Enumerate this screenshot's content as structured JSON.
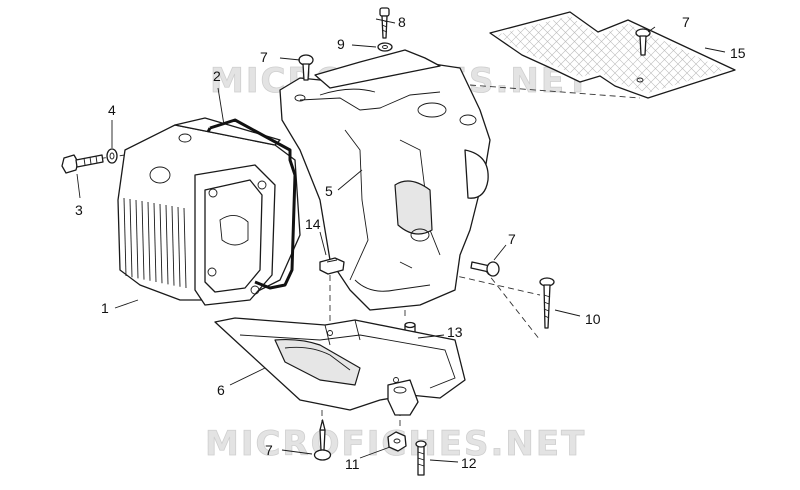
{
  "diagram": {
    "watermark_text": "MICROFICHES.NET",
    "callouts": [
      {
        "id": "c1",
        "label": "1"
      },
      {
        "id": "c2",
        "label": "2"
      },
      {
        "id": "c3",
        "label": "3"
      },
      {
        "id": "c4",
        "label": "4"
      },
      {
        "id": "c5",
        "label": "5"
      },
      {
        "id": "c6",
        "label": "6"
      },
      {
        "id": "c7a",
        "label": "7"
      },
      {
        "id": "c7b",
        "label": "7"
      },
      {
        "id": "c7c",
        "label": "7"
      },
      {
        "id": "c7d",
        "label": "7"
      },
      {
        "id": "c8",
        "label": "8"
      },
      {
        "id": "c9",
        "label": "9"
      },
      {
        "id": "c10",
        "label": "10"
      },
      {
        "id": "c11",
        "label": "11"
      },
      {
        "id": "c12",
        "label": "12"
      },
      {
        "id": "c13",
        "label": "13"
      },
      {
        "id": "c14",
        "label": "14"
      },
      {
        "id": "c15",
        "label": "15"
      }
    ]
  }
}
